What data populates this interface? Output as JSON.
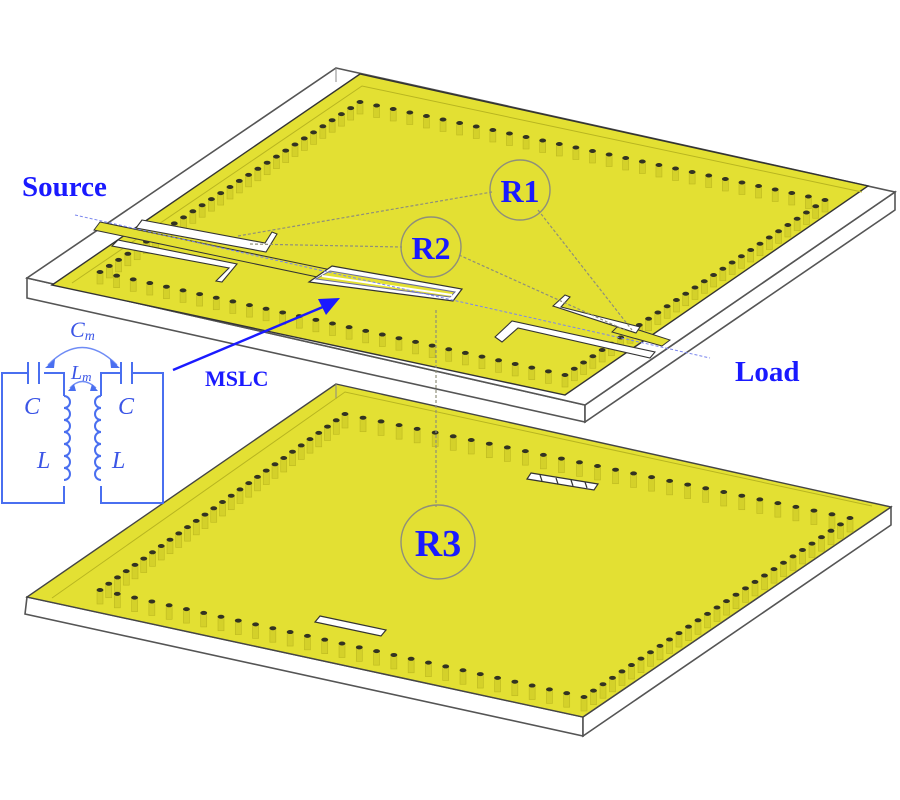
{
  "figure": {
    "description": "Exploded 3D view of a two-layer substrate integrated waveguide filter with equivalent MSLC circuit",
    "colors": {
      "metal": "#e3e033",
      "metal_dark": "#c9c61f",
      "substrate_edge": "#555555",
      "label_blue": "#1a1aff",
      "circuit_blue": "#4a6ff0",
      "callout_gray": "#8f8f7a",
      "via_dark": "#333322"
    }
  },
  "labels": {
    "source": "Source",
    "load": "Load",
    "mslc": "MSLC"
  },
  "resonators": [
    {
      "id": "R1",
      "label": "R1"
    },
    {
      "id": "R2",
      "label": "R2"
    },
    {
      "id": "R3",
      "label": "R3"
    }
  ],
  "equivalent_circuit": {
    "cm": "C",
    "cm_sub": "m",
    "lm": "L",
    "lm_sub": "m",
    "c_left": "C",
    "c_right": "C",
    "l_left": "L",
    "l_right": "L"
  },
  "layers": [
    {
      "name": "top-substrate",
      "via_count_side": 28
    },
    {
      "name": "bottom-substrate",
      "via_count_side": 28
    }
  ]
}
